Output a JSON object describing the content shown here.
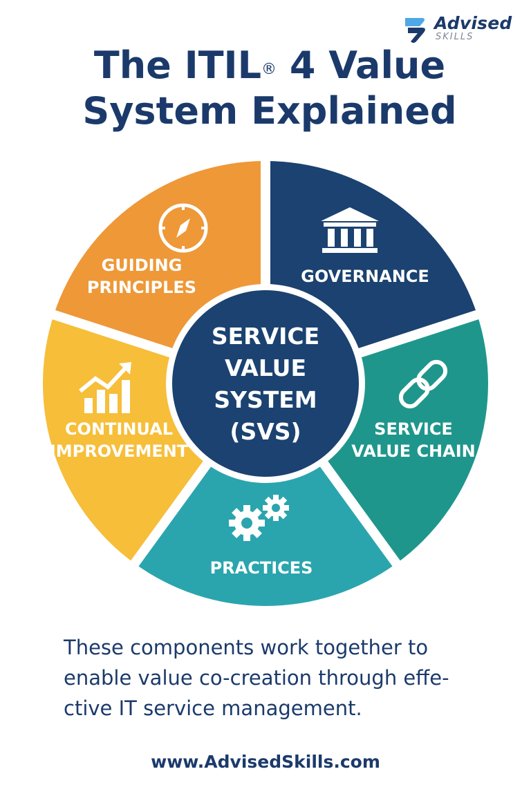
{
  "brand": {
    "name": "Advised",
    "sub": "SKILLS",
    "logo_icon": "advised-skills-logo-mark"
  },
  "title": {
    "line1": "The ITIL",
    "registered": "®",
    "line1_rest": " 4 Value",
    "line2": "System Explained"
  },
  "wheel": {
    "center": {
      "lines": [
        "SERVICE",
        "VALUE",
        "SYSTEM",
        "(SVS)"
      ],
      "color": "#1b4270"
    },
    "segments": [
      {
        "id": "guiding-principles",
        "lines": [
          "GUIDING",
          "PRINCIPLES"
        ],
        "icon": "compass-icon",
        "color": "#ee9838"
      },
      {
        "id": "governance",
        "lines": [
          "GOVERNANCE"
        ],
        "icon": "building-icon",
        "color": "#1b4270"
      },
      {
        "id": "service-value-chain",
        "lines": [
          "SERVICE",
          "VALUE CHAIN"
        ],
        "icon": "chain-link-icon",
        "color": "#1f968c"
      },
      {
        "id": "practices",
        "lines": [
          "PRACTICES"
        ],
        "icon": "gears-icon",
        "color": "#2aa5ae"
      },
      {
        "id": "continual-improvement",
        "lines": [
          "CONTINUAL",
          "IMPROVEMENT"
        ],
        "icon": "growth-chart-icon",
        "color": "#f6be39"
      }
    ]
  },
  "caption": {
    "line1": "These components work together to",
    "line2": "enable value co-creation through effe-",
    "line3": "ctive IT service management."
  },
  "footer": {
    "url": "www.AdvisedSkills.com"
  }
}
